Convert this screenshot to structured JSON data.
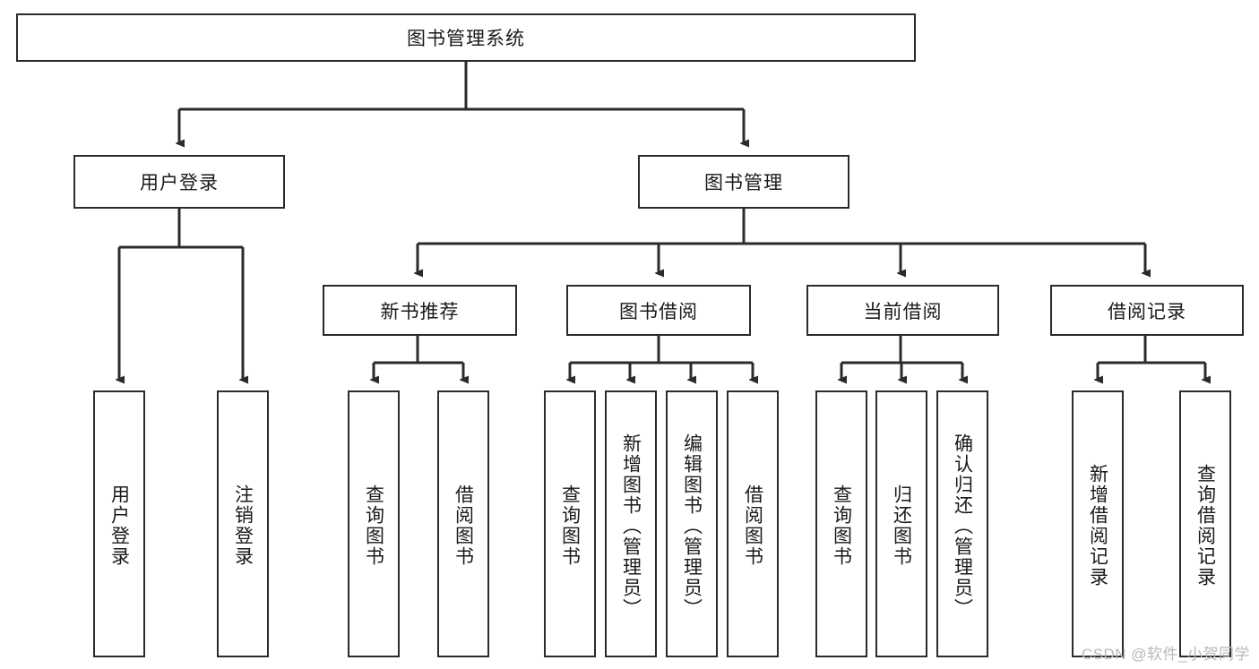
{
  "diagram": {
    "type": "tree-hierarchy",
    "title": "图书管理系统",
    "orientation": "top-down",
    "colors": {
      "box_border": "#2b2b2b",
      "box_fill": "#ffffff",
      "edge": "#2b2b2b",
      "text": "#1a1a1a",
      "watermark": "#b9b9b9",
      "background": "#ffffff"
    },
    "levels": {
      "level0": [
        "图书管理系统"
      ],
      "level1": [
        "用户登录",
        "图书管理"
      ],
      "level2": [
        "新书推荐",
        "图书借阅",
        "当前借阅",
        "借阅记录"
      ],
      "level3": [
        "用户登录",
        "注销登录",
        "查询图书",
        "借阅图书",
        "查询图书",
        "新增图书（管理员）",
        "编辑图书（管理员）",
        "借阅图书",
        "查询图书",
        "归还图书",
        "确认归还（管理员）",
        "新增借阅记录",
        "查询借阅记录"
      ]
    }
  },
  "root": {
    "label": "图书管理系统"
  },
  "branches": {
    "user_login": {
      "label": "用户登录"
    },
    "book_manage": {
      "label": "图书管理"
    }
  },
  "categories": {
    "new_book": {
      "label": "新书推荐"
    },
    "borrow": {
      "label": "图书借阅"
    },
    "current": {
      "label": "当前借阅"
    },
    "records": {
      "label": "借阅记录"
    }
  },
  "leaves": {
    "login_group": [
      {
        "label": "用户登录"
      },
      {
        "label": "注销登录"
      }
    ],
    "new_book_group": [
      {
        "label": "查询图书"
      },
      {
        "label": "借阅图书"
      }
    ],
    "borrow_group": [
      {
        "label": "查询图书"
      },
      {
        "label": "新增图书（管理员）"
      },
      {
        "label": "编辑图书（管理员）"
      },
      {
        "label": "借阅图书"
      }
    ],
    "current_group": [
      {
        "label": "查询图书"
      },
      {
        "label": "归还图书"
      },
      {
        "label": "确认归还（管理员）"
      }
    ],
    "records_group": [
      {
        "label": "新增借阅记录"
      },
      {
        "label": "查询借阅记录"
      }
    ]
  },
  "watermark": {
    "text": "CSDN @软件_小贺同学"
  }
}
